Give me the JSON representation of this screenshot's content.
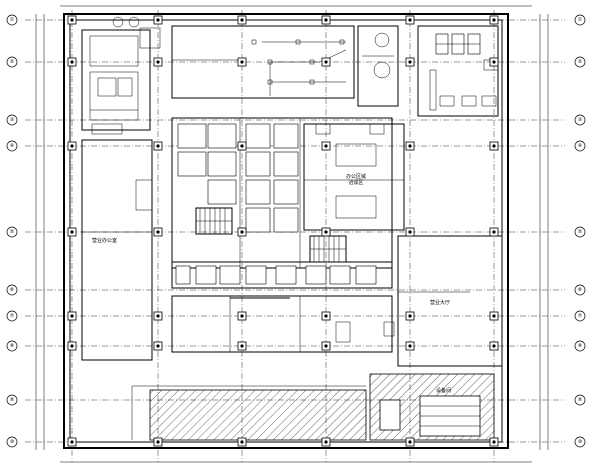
{
  "drawing": {
    "kind": "architectural floor plan",
    "grid_bubbles_left": [
      "①",
      "②",
      "③",
      "④",
      "⑤",
      "⑥",
      "⑦",
      "⑧",
      "⑨",
      "⑩"
    ],
    "grid_bubbles_right": [
      "①",
      "②",
      "③",
      "④",
      "⑤",
      "⑥",
      "⑦",
      "⑧",
      "⑨",
      "⑩"
    ],
    "room_labels": {
      "center_right": "办公区域\n洽谈区",
      "lobby_right": "营业大厅",
      "left_area": "营业办公室",
      "bottom_right": "设备间"
    },
    "colors": {
      "ink": "#000000",
      "paper": "#ffffff"
    }
  }
}
